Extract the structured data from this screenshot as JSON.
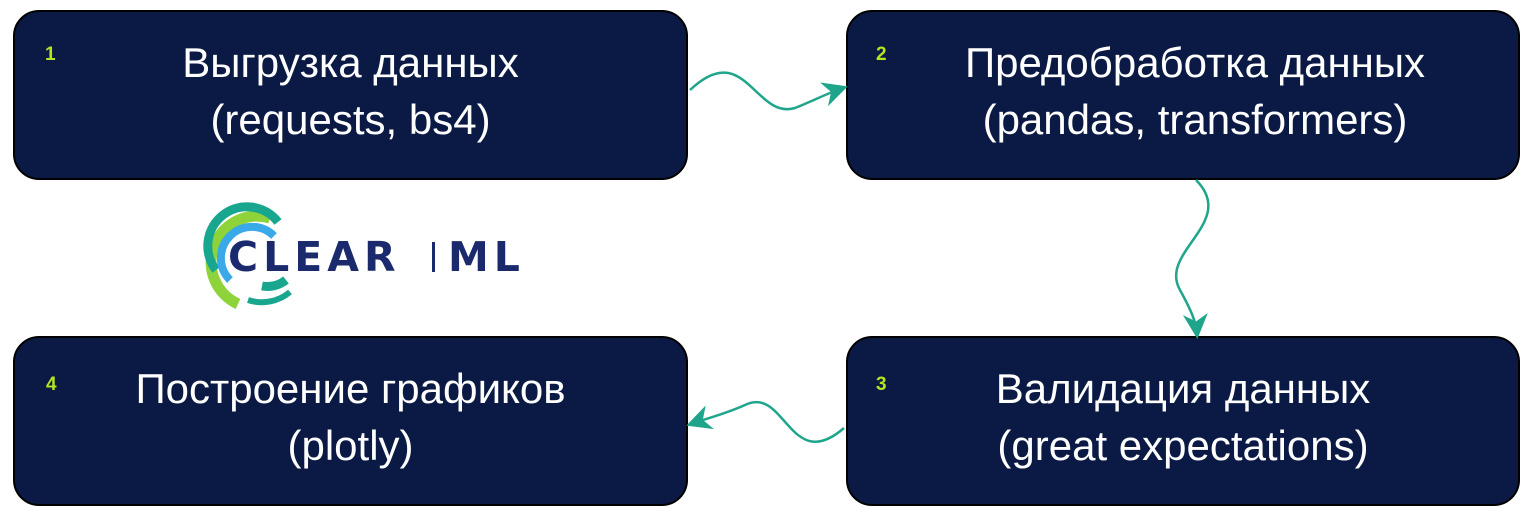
{
  "steps": [
    {
      "number": "1",
      "title": "Выгрузка данных",
      "subtitle": "(requests, bs4)"
    },
    {
      "number": "2",
      "title": "Предобработка данных",
      "subtitle": "(pandas, transformers)"
    },
    {
      "number": "3",
      "title": "Валидация данных",
      "subtitle": "(great expectations)"
    },
    {
      "number": "4",
      "title": "Построение графиков",
      "subtitle": "(plotly)"
    }
  ],
  "logo": {
    "text_left": "CLEAR",
    "text_right": "ML"
  },
  "colors": {
    "box_fill": "#0b1a44",
    "box_text": "#ffffff",
    "step_number": "#b5e61d",
    "connector": "#1fa58b",
    "logo_text": "#1a2a6c",
    "logo_green": "#8ed33a",
    "logo_teal": "#19a68f",
    "logo_blue": "#3aa9e8"
  }
}
